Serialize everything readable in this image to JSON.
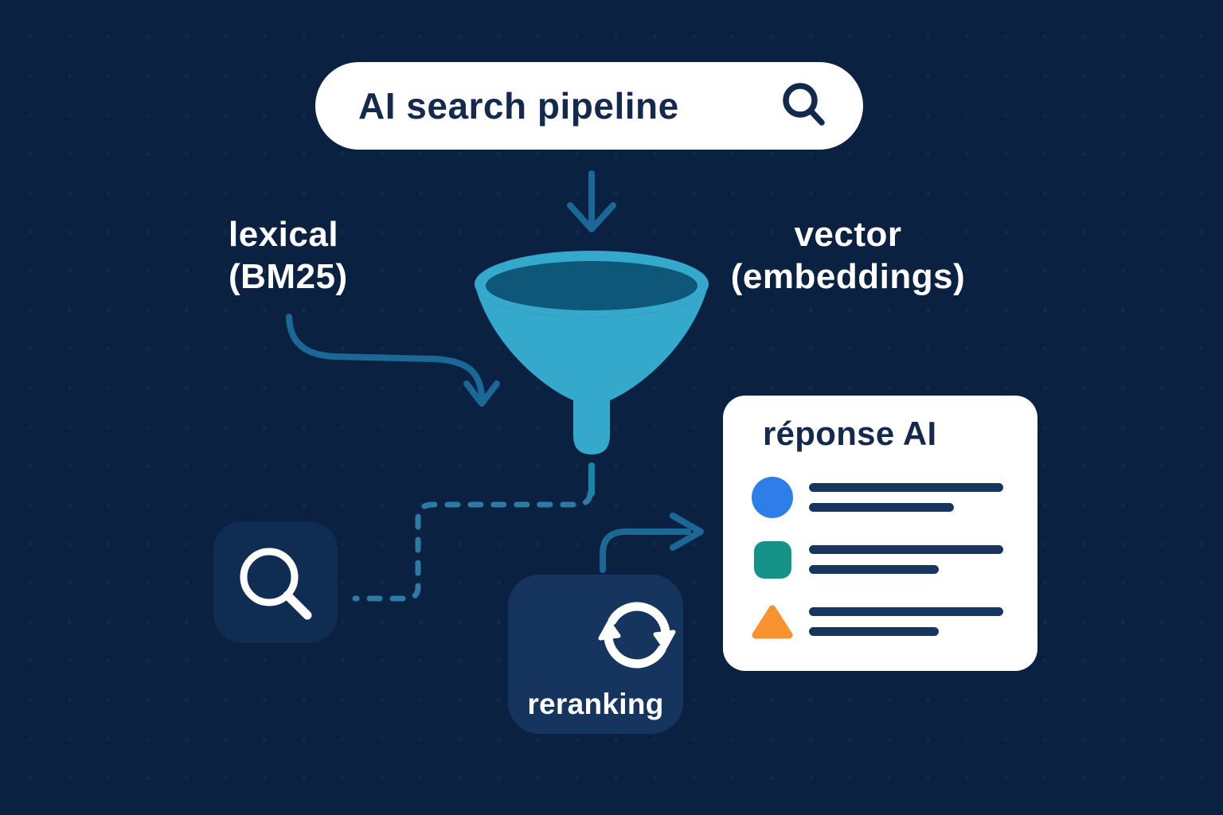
{
  "colors": {
    "bg": "#0B2142",
    "surface": "#FFFFFF",
    "ink": "#13294E",
    "funnel": "#35A9CB",
    "funnel_mouth": "#0E5779",
    "arrow": "#1B6896",
    "dash": "#2C7BA6",
    "drip": "#1488A8",
    "box": "#0F2D53",
    "box_light": "#15355E",
    "line": "#17355F",
    "item_blue": "#2E7EE9",
    "item_teal": "#159389",
    "item_orange": "#F7922F"
  },
  "search_bar": {
    "query": "AI search pipeline",
    "icon": "magnifier"
  },
  "flow": {
    "left_branch": {
      "line1": "lexical",
      "line2": "(BM25)"
    },
    "right_branch": {
      "line1": "vector",
      "line2": "(embeddings)"
    }
  },
  "lexical_search_box": {
    "icon": "magnifier"
  },
  "reranking": {
    "label": "reranking",
    "icon": "sync-arrows"
  },
  "response_card": {
    "title": "réponse AI",
    "items": [
      {
        "marker": "circle",
        "color": "#2E7EE9"
      },
      {
        "marker": "rounded-square",
        "color": "#159389"
      },
      {
        "marker": "triangle",
        "color": "#F7922F"
      }
    ]
  }
}
